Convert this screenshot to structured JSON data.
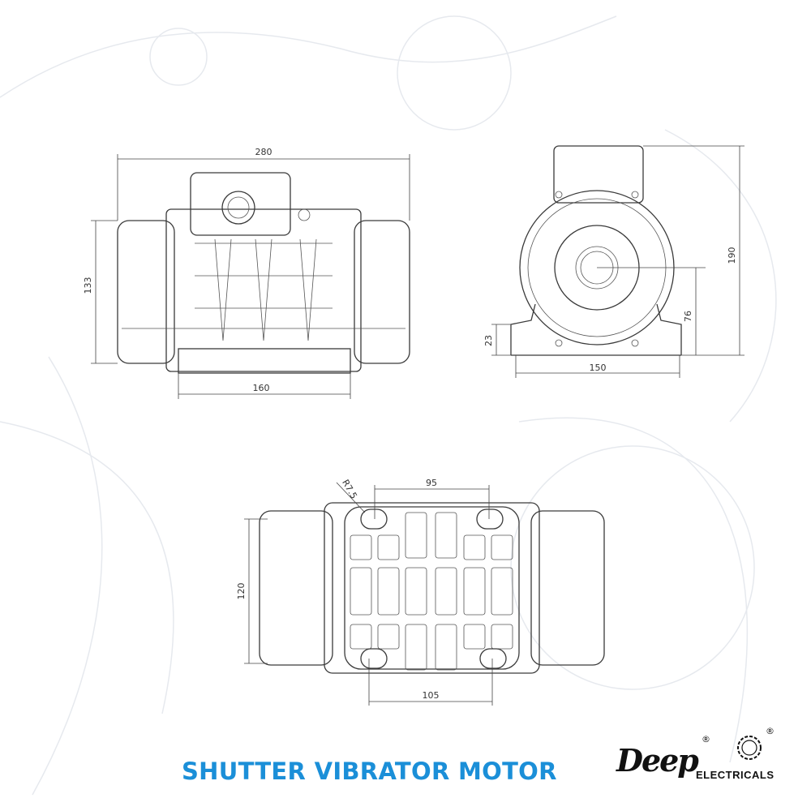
{
  "title": "SHUTTER VIBRATOR MOTOR",
  "brand": {
    "name": "Deep",
    "subtitle": "ELECTRICALS",
    "registered": "®"
  },
  "title_color": "#1b8fd8",
  "front_view": {
    "overall_length": "280",
    "height": "133",
    "base_length": "160"
  },
  "side_view": {
    "total_height": "190",
    "shaft_height": "76",
    "foot_height": "23",
    "base_width": "150"
  },
  "bottom_view": {
    "hole_radius": "R7.5",
    "top_hole_spacing": "95",
    "bottom_hole_spacing": "105",
    "width": "120"
  }
}
